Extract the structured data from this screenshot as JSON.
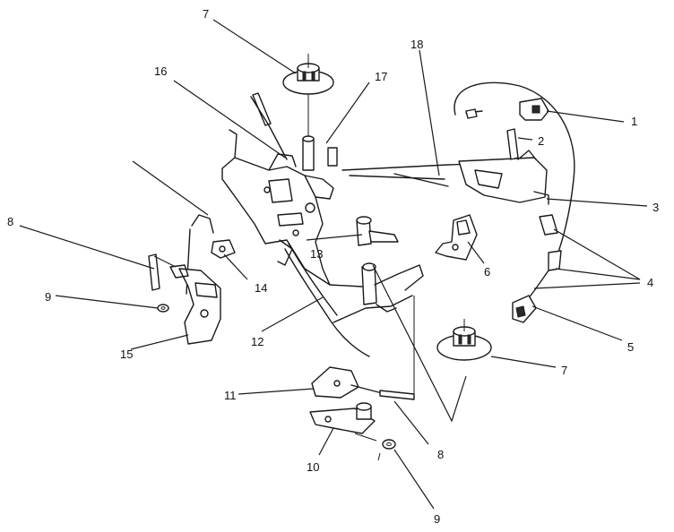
{
  "callouts": [
    {
      "id": "c1",
      "text": "1"
    },
    {
      "id": "c2",
      "text": "2"
    },
    {
      "id": "c3",
      "text": "3"
    },
    {
      "id": "c4",
      "text": "4"
    },
    {
      "id": "c5",
      "text": "5"
    },
    {
      "id": "c6",
      "text": "6"
    },
    {
      "id": "c7a",
      "text": "7"
    },
    {
      "id": "c7b",
      "text": "7"
    },
    {
      "id": "c8a",
      "text": "8"
    },
    {
      "id": "c8b",
      "text": "8"
    },
    {
      "id": "c9a",
      "text": "9"
    },
    {
      "id": "c9b",
      "text": "9"
    },
    {
      "id": "c10",
      "text": "10"
    },
    {
      "id": "c11",
      "text": "11"
    },
    {
      "id": "c12",
      "text": "12"
    },
    {
      "id": "c13",
      "text": "13"
    },
    {
      "id": "c14",
      "text": "14"
    },
    {
      "id": "c15",
      "text": "15"
    },
    {
      "id": "c16",
      "text": "16"
    },
    {
      "id": "c17",
      "text": "17"
    },
    {
      "id": "c18",
      "text": "18"
    }
  ]
}
